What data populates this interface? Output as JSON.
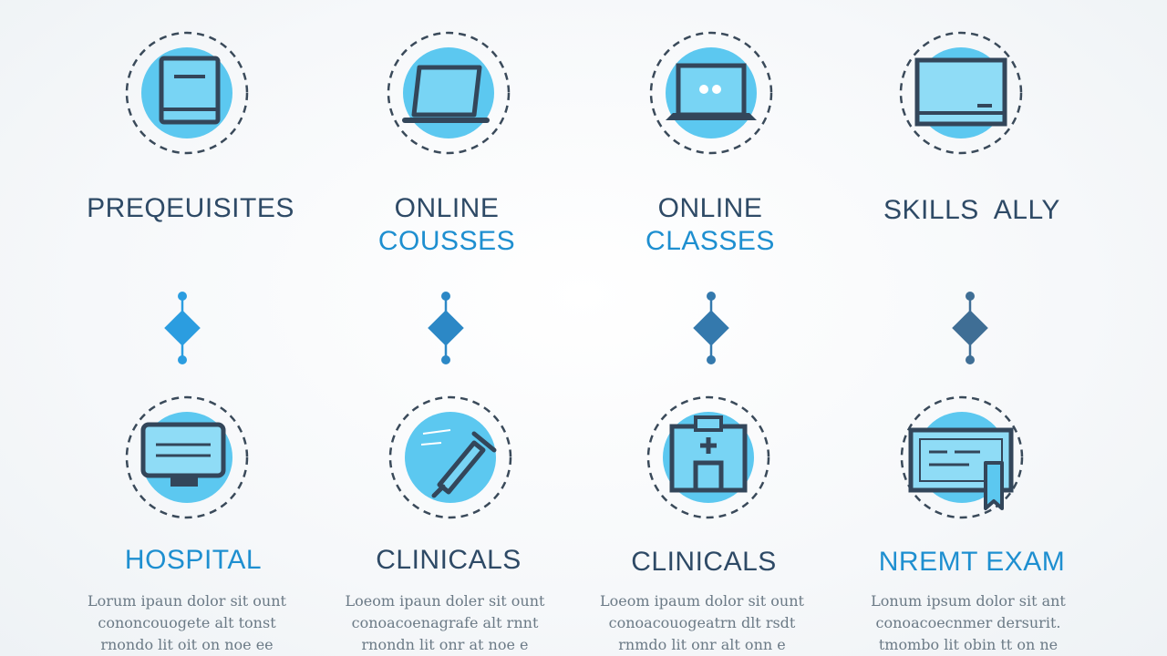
{
  "top_steps": [
    {
      "label": "PREQEUISITES",
      "label2": "",
      "icon": "book-icon"
    },
    {
      "label": "ONLINE",
      "label2": "COUSSES",
      "icon": "laptop-icon"
    },
    {
      "label": "ONLINE",
      "label2": "CLASSES",
      "icon": "laptop-icon"
    },
    {
      "label": "SKILLS  ALLY",
      "label2": "",
      "icon": "monitor-icon"
    }
  ],
  "bottom_steps": [
    {
      "label": "HOSPITAL",
      "icon": "monitor-icon",
      "desc": [
        "Lorum ipaun dolor sit ount",
        "cononcouogete alt tonst",
        "rnondo lit oit on noe ee"
      ]
    },
    {
      "label": "CLINICALS",
      "icon": "syringe-icon",
      "desc": [
        "Loeom ipaun doler sit ount",
        "conoacoenagrafe alt rnnt",
        "rnondn lit onr at noe e"
      ]
    },
    {
      "label": "CLINICALS",
      "icon": "hospital-building-icon",
      "desc": [
        "Loeom ipaum dolor sit ount",
        "conoacouogeatrn dlt rsdt",
        "rnmdo lit onr alt onn e"
      ]
    },
    {
      "label": "NREMT EXAM",
      "icon": "certificate-icon",
      "desc": [
        "Lonum ipsum dolor sit ant",
        "conoacoecnmer dersurit.",
        "tmombo lit obin tt on ne"
      ]
    }
  ],
  "colors": {
    "accent_blue": "#1e8fd0",
    "dark_navy": "#2e4a66",
    "circle_fill": "#5cc8f0",
    "timeline_left": "#2b9de0",
    "timeline_right": "#3f6e95"
  }
}
